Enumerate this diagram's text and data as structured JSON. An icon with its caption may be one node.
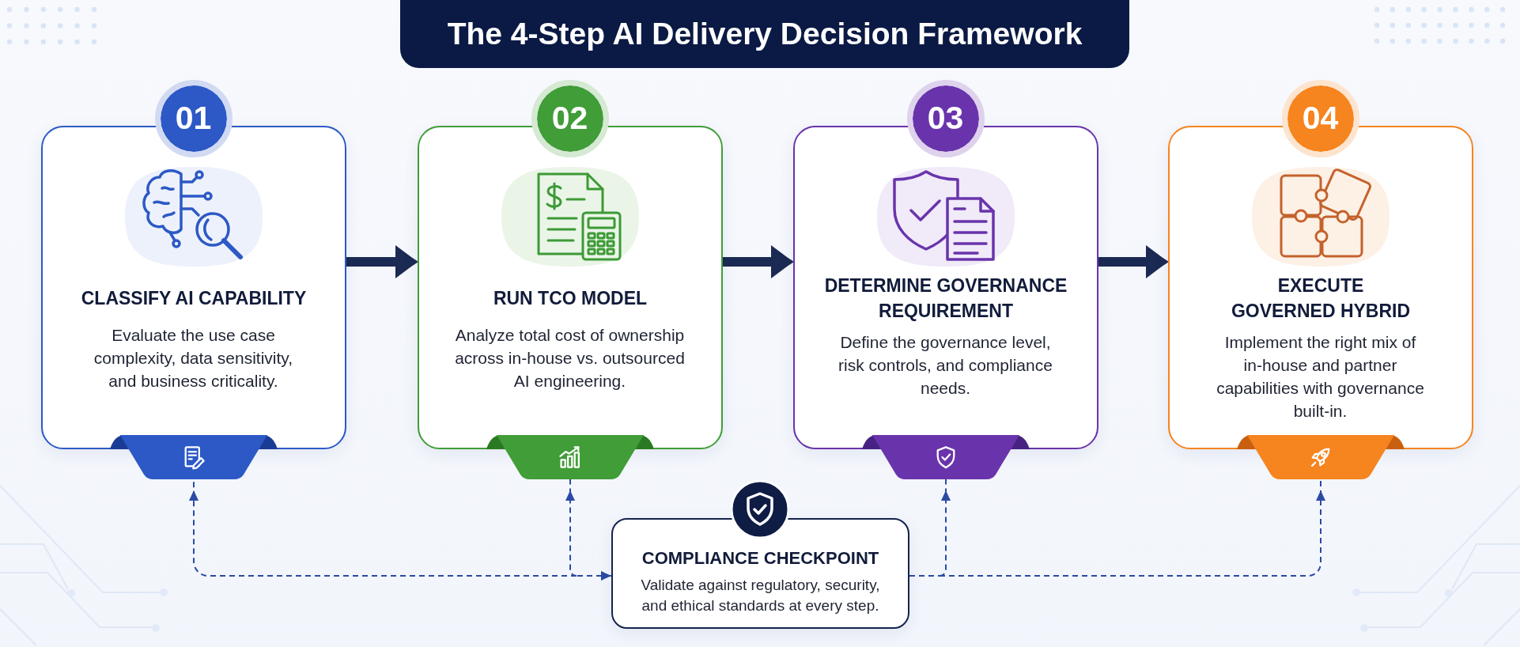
{
  "diagram": {
    "title": "The 4-Step AI Delivery Decision Framework",
    "nodes": [
      {
        "text": [
          "01",
          "CLASSIFY AI CAPABILITY",
          "Evaluate the use case complexity, data sensitivity, and business criticality."
        ]
      },
      {
        "text": [],
        "shape": "trapezoid"
      },
      {
        "text": [
          "02",
          "RUN TCO MODEL",
          "Analyze total cost of ownership across in-house vs. outsourced AI engineering."
        ]
      },
      {
        "text": [],
        "shape": "trapezoid"
      },
      {
        "text": [
          "03",
          "DETERMINE GOVERNANCE REQUIREMENT",
          "Define the governance level, risk controls, and compliance needs."
        ]
      },
      {
        "text": [],
        "shape": "trapezoid"
      },
      {
        "text": [
          "04",
          "EXECUTE GOVERNED HYBRID",
          "Implement the right mix of in-house and partner capabilities with governance built-in."
        ]
      },
      {
        "text": [],
        "shape": "trapezoid"
      },
      {
        "text": [
          "COMPLIANCE CHECKPOINT",
          "Validate against regulatory, security, and ethical standards at every step."
        ]
      }
    ],
    "edges": [
      {
        "from": 0,
        "to": 2,
        "arrow": "to",
        "style": "thick",
        "color": "#1b2a52"
      },
      {
        "from": 2,
        "to": 4,
        "arrow": "to",
        "style": "thick",
        "color": "#1b2a52"
      },
      {
        "from": 4,
        "to": 6,
        "arrow": "to",
        "style": "thick",
        "color": "#1b2a52"
      },
      {
        "from": 8,
        "to": 1,
        "arrow": "both",
        "style": "dashed"
      },
      {
        "from": 8,
        "to": 3,
        "arrow": "both",
        "style": "dashed"
      },
      {
        "from": 8,
        "to": 5,
        "arrow": "to",
        "style": "dashed"
      },
      {
        "from": 8,
        "to": 7,
        "arrow": "to",
        "style": "dashed"
      }
    ]
  }
}
